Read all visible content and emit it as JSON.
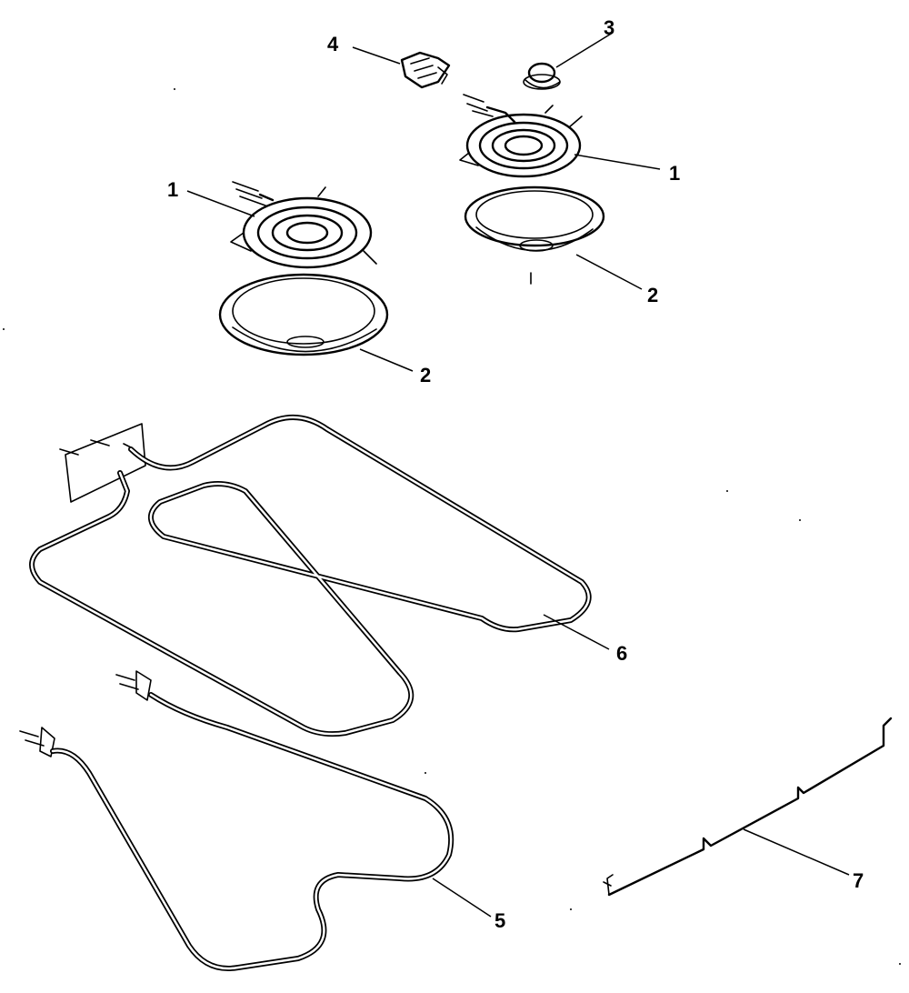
{
  "callouts": [
    {
      "id": "c1a",
      "label": "1"
    },
    {
      "id": "c1b",
      "label": "1"
    },
    {
      "id": "c2a",
      "label": "2"
    },
    {
      "id": "c2b",
      "label": "2"
    },
    {
      "id": "c3",
      "label": "3"
    },
    {
      "id": "c4",
      "label": "4"
    },
    {
      "id": "c5",
      "label": "5"
    },
    {
      "id": "c6",
      "label": "6"
    },
    {
      "id": "c7",
      "label": "7"
    }
  ],
  "colors": {
    "ink": "#000000",
    "background": "#ffffff"
  }
}
